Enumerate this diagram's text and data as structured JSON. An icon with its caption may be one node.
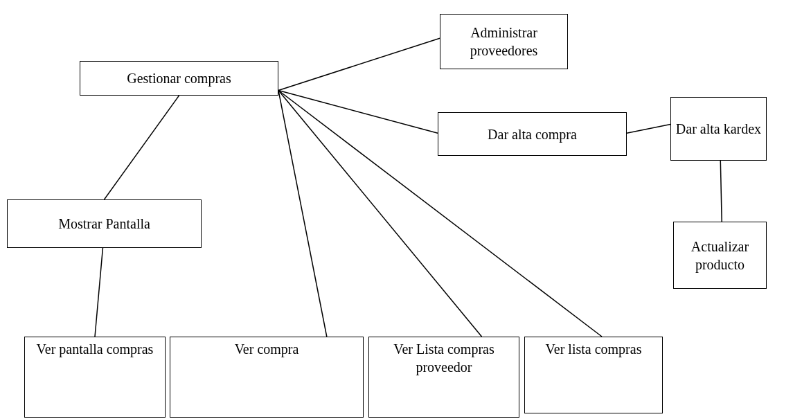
{
  "diagram": {
    "nodes": [
      {
        "text": [
          "Gestionar compras"
        ]
      },
      {
        "text": [
          "Administrar proveedores"
        ]
      },
      {
        "text": [
          "Dar alta compra"
        ]
      },
      {
        "text": [
          "Dar alta kardex"
        ]
      },
      {
        "text": [
          "Mostrar Pantalla"
        ]
      },
      {
        "text": [
          "Actualizar producto"
        ]
      },
      {
        "text": [
          "Ver pantalla compras"
        ]
      },
      {
        "text": [
          "Ver compra"
        ]
      },
      {
        "text": [
          "Ver Lista compras proveedor"
        ]
      },
      {
        "text": [
          "Ver lista compras"
        ]
      }
    ],
    "edges": [
      {
        "from": 0,
        "to": 1,
        "arrow": "none"
      },
      {
        "from": 0,
        "to": 2,
        "arrow": "none"
      },
      {
        "from": 2,
        "to": 3,
        "arrow": "none"
      },
      {
        "from": 3,
        "to": 5,
        "arrow": "none"
      },
      {
        "from": 0,
        "to": 4,
        "arrow": "none"
      },
      {
        "from": 4,
        "to": 6,
        "arrow": "none"
      },
      {
        "from": 0,
        "to": 7,
        "arrow": "none"
      },
      {
        "from": 0,
        "to": 8,
        "arrow": "none"
      },
      {
        "from": 0,
        "to": 9,
        "arrow": "none"
      }
    ]
  }
}
